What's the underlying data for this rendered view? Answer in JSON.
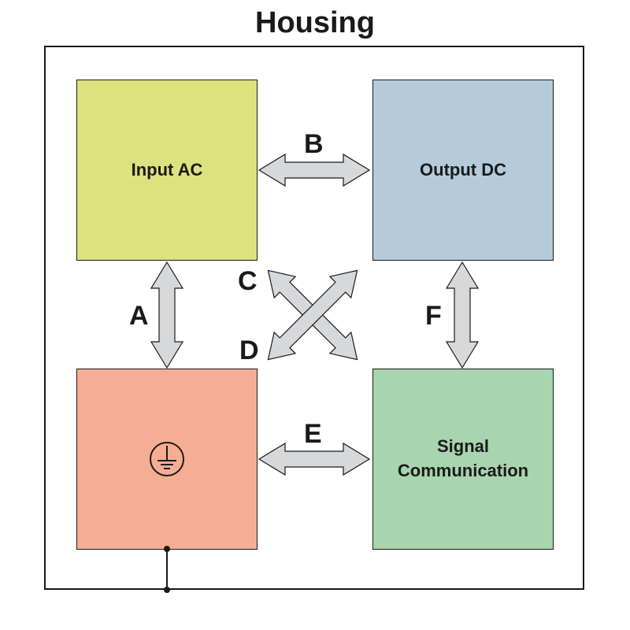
{
  "title": "Housing",
  "blocks": {
    "input": {
      "label": "Input AC",
      "color": "#dde281"
    },
    "output": {
      "label": "Output DC",
      "color": "#b5cbdc"
    },
    "earth": {
      "label": "",
      "icon": "protective-earth-icon",
      "color": "#f5ae93"
    },
    "signal": {
      "label": "Signal\nCommunication",
      "color": "#a8d4ae"
    }
  },
  "arrows": {
    "A": "A",
    "B": "B",
    "C": "C",
    "D": "D",
    "E": "E",
    "F": "F"
  },
  "colors": {
    "arrow_fill": "#d7d8da",
    "stroke": "#1a1a1a"
  }
}
